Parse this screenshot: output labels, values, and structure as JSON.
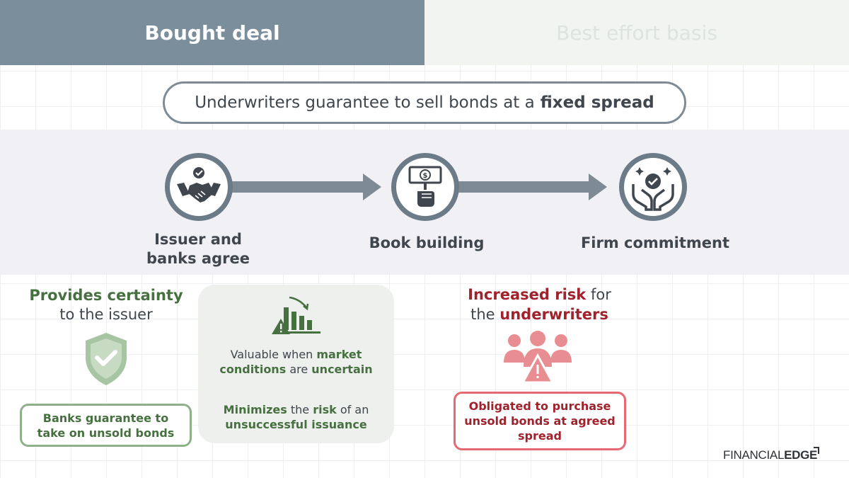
{
  "tabs": {
    "active_label": "Bought deal",
    "inactive_label": "Best effort basis"
  },
  "headline": {
    "prefix": "Underwriters guarantee to sell bonds at a",
    "bold": "fixed spread"
  },
  "steps": [
    {
      "label_line1": "Issuer and",
      "label_line2": "banks agree",
      "icon": "handshake-icon"
    },
    {
      "label": "Book building",
      "icon": "money-sign-icon"
    },
    {
      "label": "Firm commitment",
      "icon": "hands-checkmark-icon"
    }
  ],
  "certainty": {
    "title_bold": "Provides certainty",
    "title_rest": "to the issuer",
    "icon": "shield-check-icon",
    "box_text": "Banks guarantee to take on unsold bonds"
  },
  "market": {
    "icon": "declining-chart-warning-icon",
    "line1_pre": "Valuable when",
    "line1_bold": "market",
    "line2_bold1": "conditions",
    "line2_mid": "are",
    "line2_bold2": "uncertain",
    "line3_bold": "Minimizes",
    "line3_mid": "the",
    "line3_bold2": "risk",
    "line3_post": "of an",
    "line4_bold": "unsuccessful issuance"
  },
  "risk": {
    "title_bold1": "Increased risk",
    "title_rest1": "for",
    "title_rest2": "the",
    "title_bold2": "underwriters",
    "icon": "people-warning-icon",
    "box_text": "Obligated to purchase unsold bonds at agreed spread"
  },
  "logo": {
    "text_regular": "FINANCIAL",
    "text_bold": "EDGE"
  },
  "colors": {
    "tab_active_bg": "#7a8e9c",
    "green": "#46703f",
    "red": "#a0222c",
    "grey": "#6b7b87"
  }
}
